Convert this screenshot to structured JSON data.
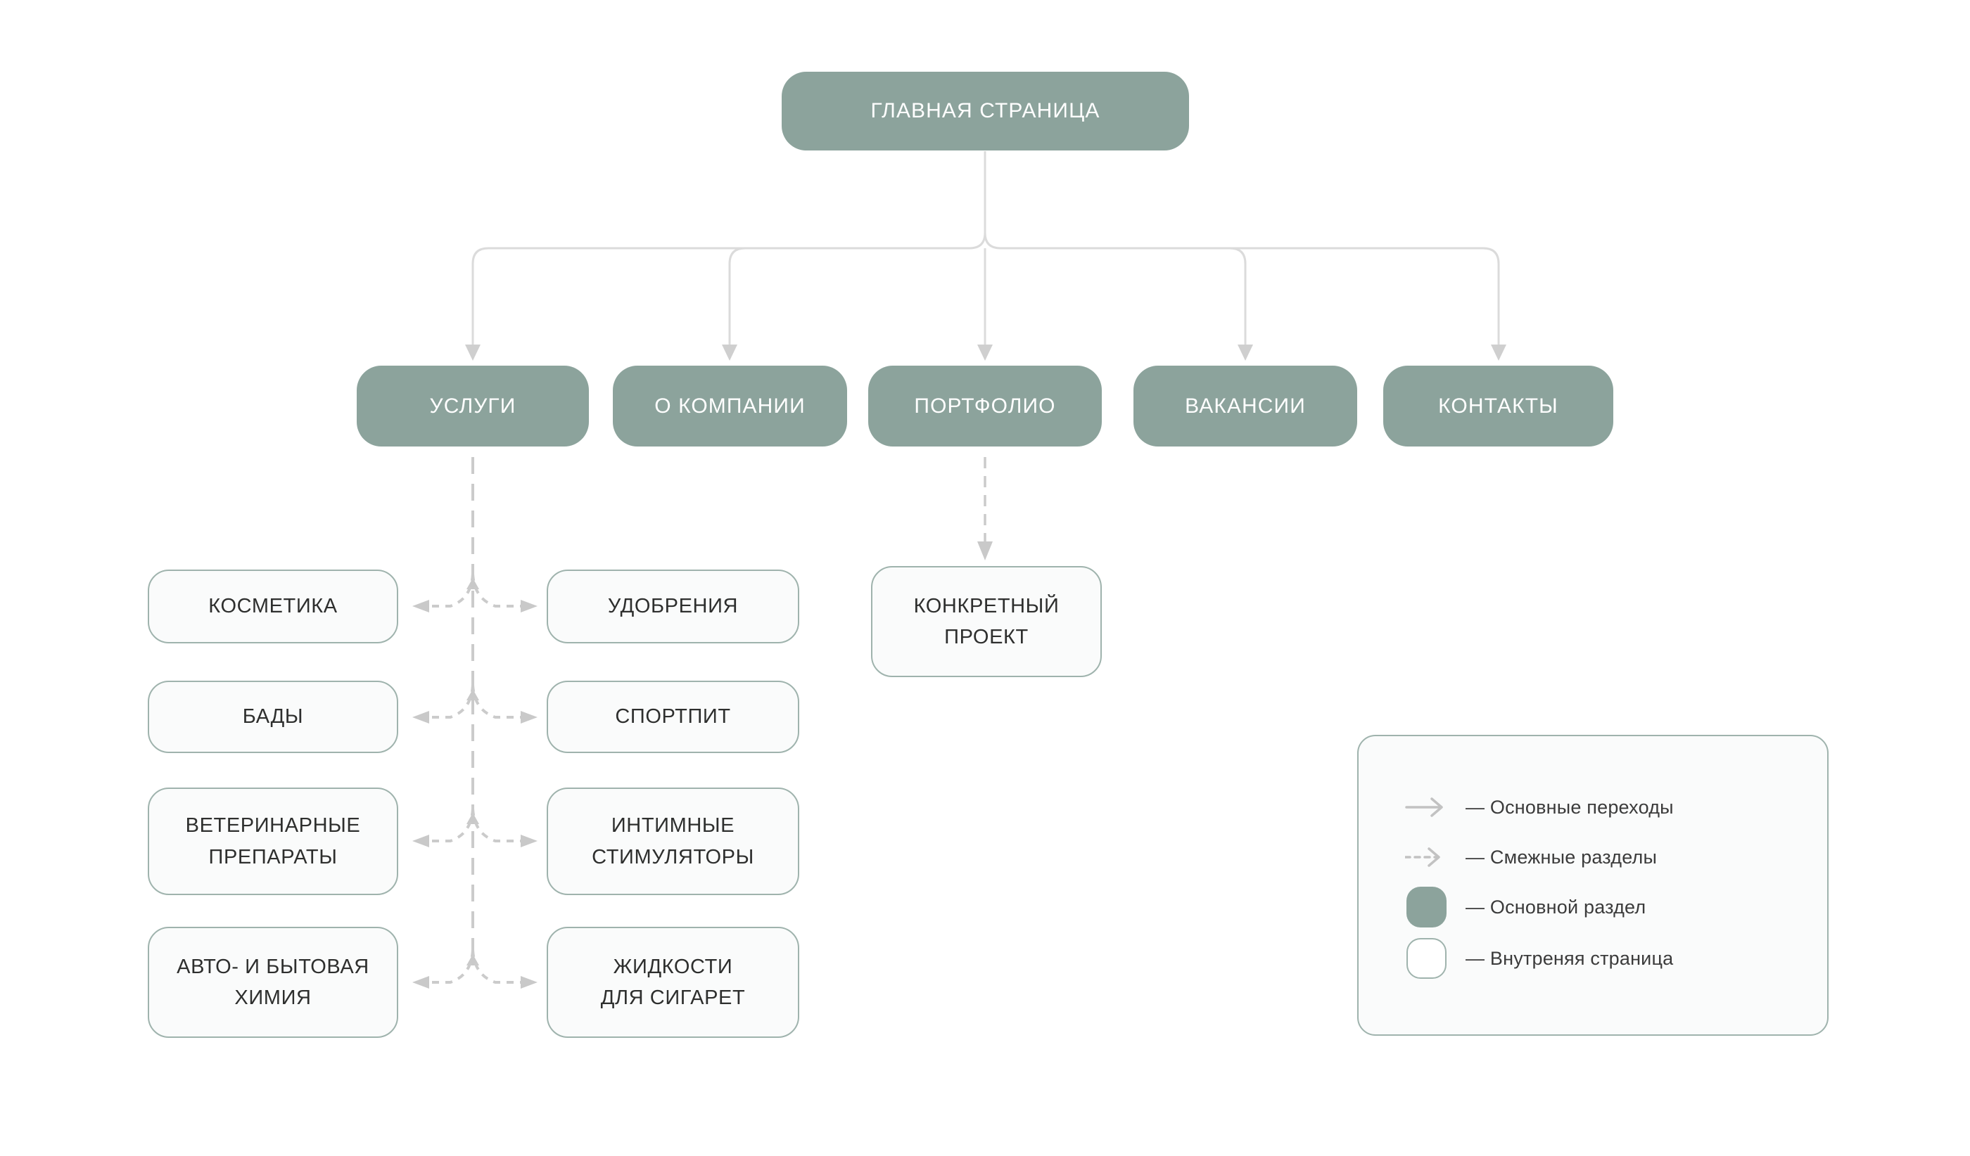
{
  "palette": {
    "primary": "#8CA39C",
    "subpage_bg": "#FAFBFB",
    "subpage_border": "#9FB3AD",
    "legend_bg": "#FAFBFB",
    "line_solid": "#DBDBDB",
    "line_dashed": "#CBCBCB",
    "arrow_gray": "#C9C9C9",
    "tree_arrow": "#CFCFCF",
    "legend_arrow": "#C2C2C2",
    "text_on_primary": "#FFFFFF",
    "text_dark": "#2E2F2E",
    "legend_text": "#3B3B3B"
  },
  "nodes": {
    "root": {
      "label": "ГЛАВНАЯ СТРАНИЦА"
    },
    "sections": [
      {
        "label": "УСЛУГИ"
      },
      {
        "label": "О КОМПАНИИ"
      },
      {
        "label": "ПОРТФОЛИО"
      },
      {
        "label": "ВАКАНСИИ"
      },
      {
        "label": "КОНТАКТЫ"
      }
    ],
    "subpages": [
      {
        "label": "КОСМЕТИКА"
      },
      {
        "label": "УДОБРЕНИЯ"
      },
      {
        "label": "БАДЫ"
      },
      {
        "label": "СПОРТПИТ"
      },
      {
        "label": "ВЕТЕРИНАРНЫЕ\nПРЕПАРАТЫ"
      },
      {
        "label": "ИНТИМНЫЕ\nСТИМУЛЯТОРЫ"
      },
      {
        "label": "АВТО- И БЫТОВАЯ\nХИМИЯ"
      },
      {
        "label": "ЖИДКОСТИ\nДЛЯ СИГАРЕТ"
      }
    ],
    "portfolio_child": {
      "label": "КОНКРЕТНЫЙ\nПРОЕКТ"
    }
  },
  "legend": {
    "items": [
      {
        "icon": "solid-arrow",
        "label": "— Основные переходы"
      },
      {
        "icon": "dashed-arrow",
        "label": "— Смежные разделы"
      },
      {
        "icon": "primary-swatch",
        "label": "— Основной раздел"
      },
      {
        "icon": "outline-swatch",
        "label": "— Внутреняя страница"
      }
    ]
  }
}
